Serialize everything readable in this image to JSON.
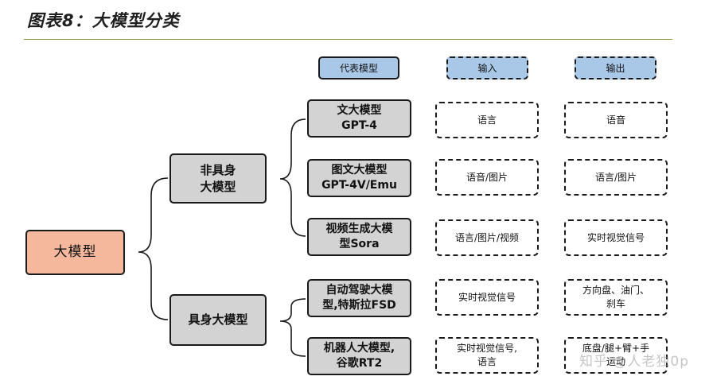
{
  "title": "图表8：大模型分类",
  "root": "大模型",
  "categories": [
    {
      "label": "非具身\n大模型"
    },
    {
      "label": "具身大模型"
    }
  ],
  "headers": {
    "model": "代表模型",
    "input": "输入",
    "output": "输出"
  },
  "rows": [
    {
      "model": "文大模型\nGPT-4",
      "input": "语言",
      "output": "语音"
    },
    {
      "model": "图文大模型\nGPT-4V/Emu",
      "input": "语音/图片",
      "output": "语言/图片"
    },
    {
      "model": "视频生成大模\n型Sora",
      "input": "语言/图片/视频",
      "output": "实时视觉信号"
    },
    {
      "model": "自动驾驶大模\n型,特斯拉FSD",
      "input": "实时视觉信号",
      "output": "方向盘、油门、\n刹车"
    },
    {
      "model": "机器人大模型,\n谷歌RT2",
      "input": "实时视觉信号,\n语言",
      "output": "底盘/腿+臂+手\n运动"
    }
  ],
  "watermark": "知乎 @人老独0p",
  "colors": {
    "root_fill": "#f5b89c",
    "node_fill": "#d3d3d3",
    "header_fill": "#a9c8e8"
  }
}
